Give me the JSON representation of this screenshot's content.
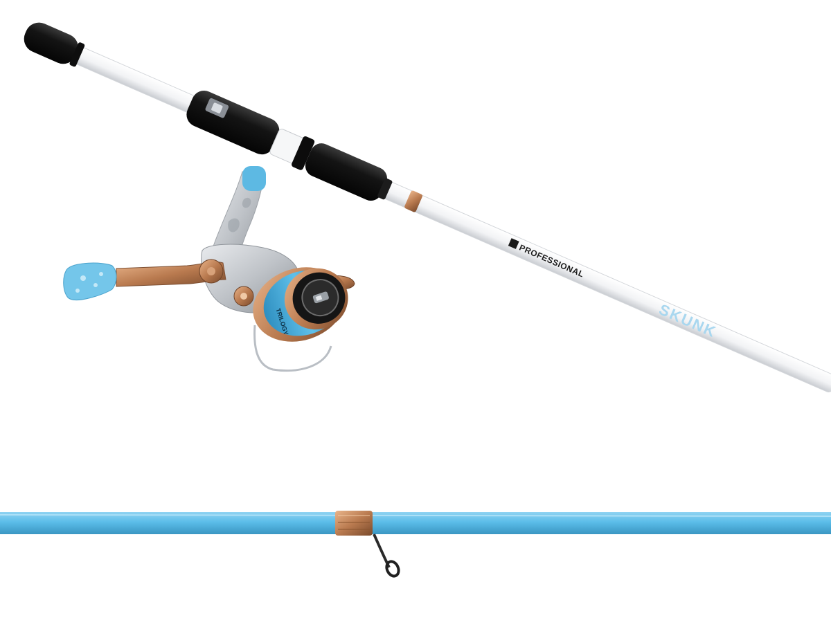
{
  "image": {
    "background_color": "#ffffff",
    "subject": "Spinning rod and reel combo with a blue rod tip section",
    "rod_brand_text": "PROFESSIONAL",
    "rod_series_text": "SKUNK",
    "reel_spool_text": "TRILOGY",
    "colors": {
      "rod_blank": "#f3f4f6",
      "grip": "#161616",
      "copper": "#c98a5f",
      "accent_blue": "#62b8e0",
      "tip_blue": "#58bde8",
      "reel_silver": "#c9ccd0"
    }
  }
}
